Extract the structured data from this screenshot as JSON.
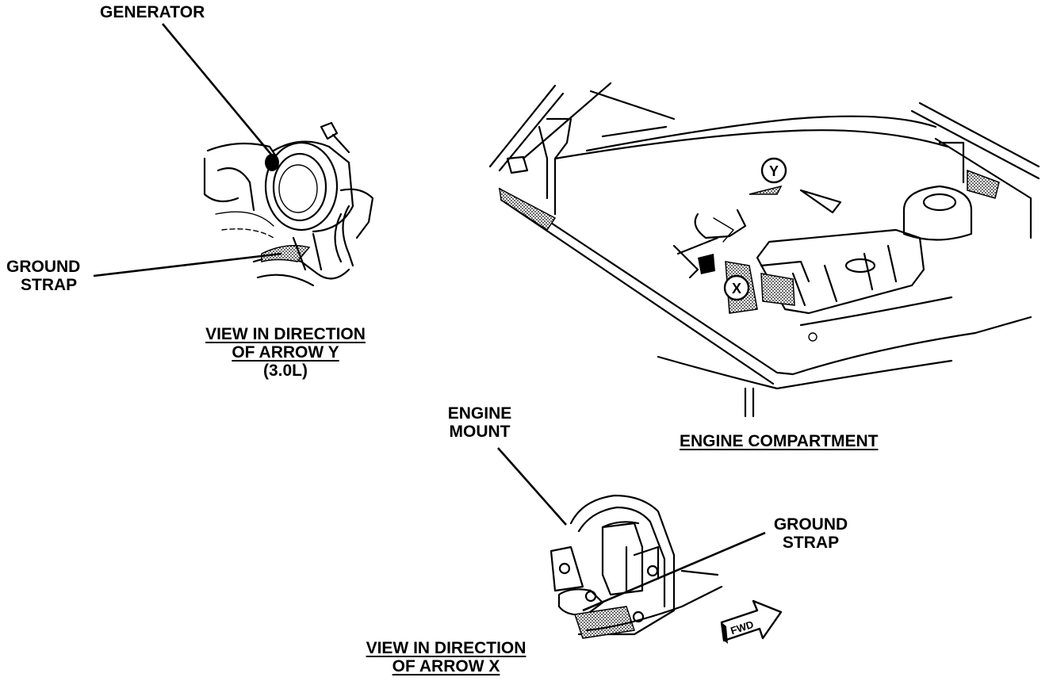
{
  "labels": {
    "generator": "GENERATOR",
    "ground_strap_top": [
      "GROUND",
      "STRAP"
    ],
    "view_y": [
      "VIEW IN DIRECTION",
      "OF ARROW Y",
      "(3.0L)"
    ],
    "engine_compartment": "ENGINE COMPARTMENT",
    "engine_mount": [
      "ENGINE",
      "MOUNT"
    ],
    "ground_strap_bottom": [
      "GROUND",
      "STRAP"
    ],
    "view_x": [
      "VIEW IN DIRECTION",
      "OF ARROW X"
    ]
  },
  "markers": {
    "x": "X",
    "y": "Y",
    "fwd": "FWD"
  },
  "colors": {
    "ink": "#000000",
    "paper": "#ffffff",
    "shade": "#555555"
  }
}
